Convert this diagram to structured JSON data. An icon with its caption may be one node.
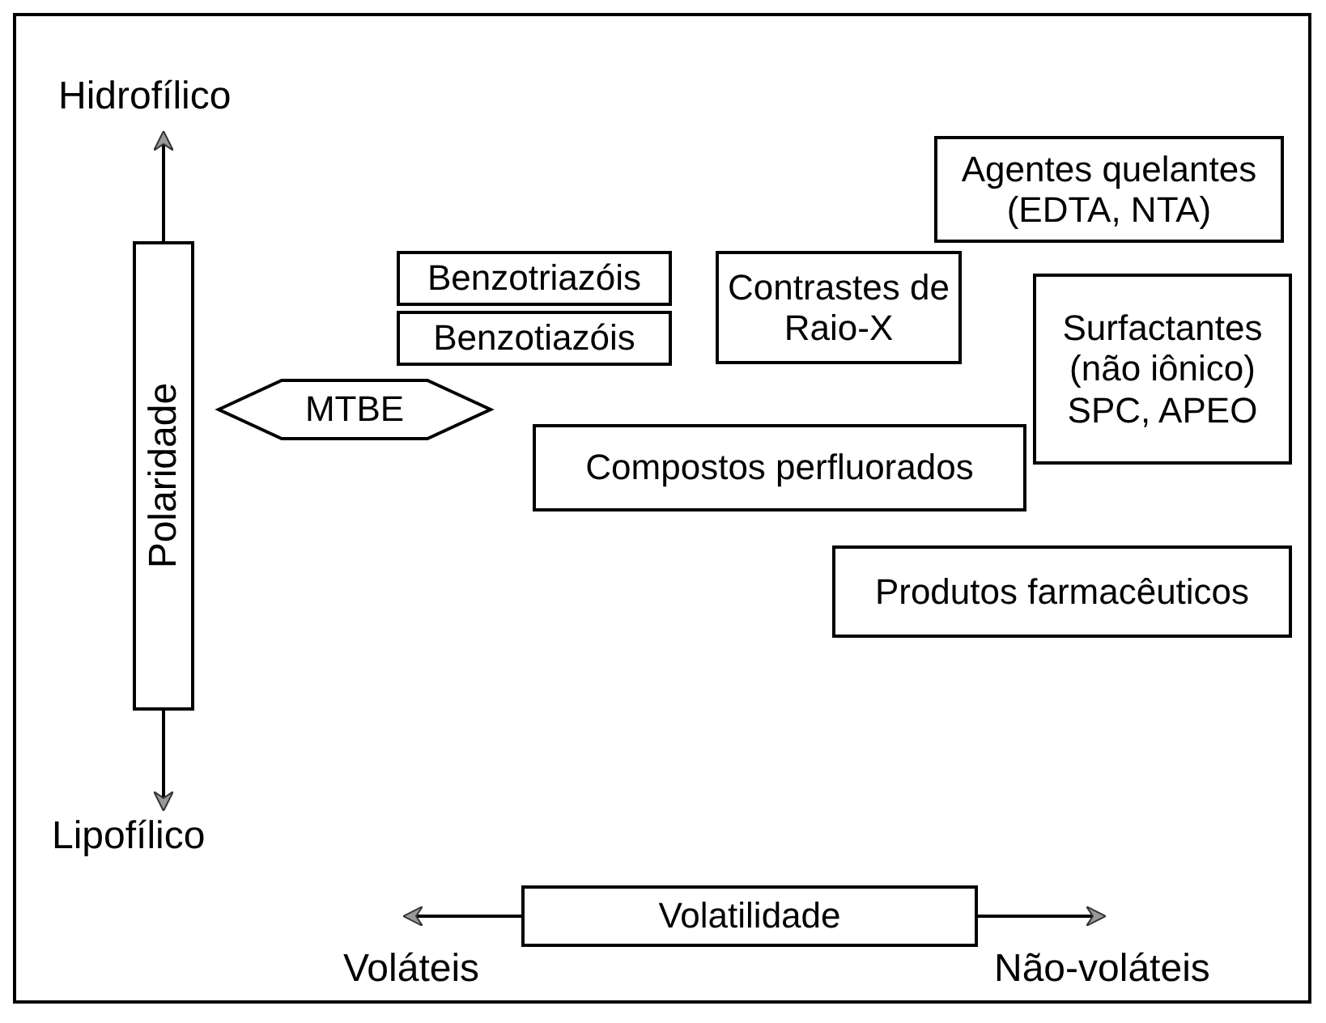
{
  "diagram": {
    "nodes": [
      {
        "text": [
          "Agentes quelantes (EDTA, NTA)"
        ]
      },
      {
        "text": [
          "Benzotriazóis"
        ]
      },
      {
        "text": [
          "Contrastes de Raio-X"
        ]
      },
      {
        "text": [
          "Surfactantes (não iônico) SPC, APEO"
        ]
      },
      {
        "text": [
          "Benzotiazóis"
        ]
      },
      {
        "text": [
          "Polaridade"
        ]
      },
      {
        "text": [
          "MTBE"
        ]
      },
      {
        "text": [
          "Compostos perfluorados"
        ]
      },
      {
        "text": [
          "Produtos farmacêuticos"
        ]
      },
      {
        "text": [
          "Volatilidade"
        ]
      }
    ],
    "labels": [
      "Hidrofílico",
      "Lipofílico",
      "Voláteis",
      "Não-voláteis"
    ]
  }
}
